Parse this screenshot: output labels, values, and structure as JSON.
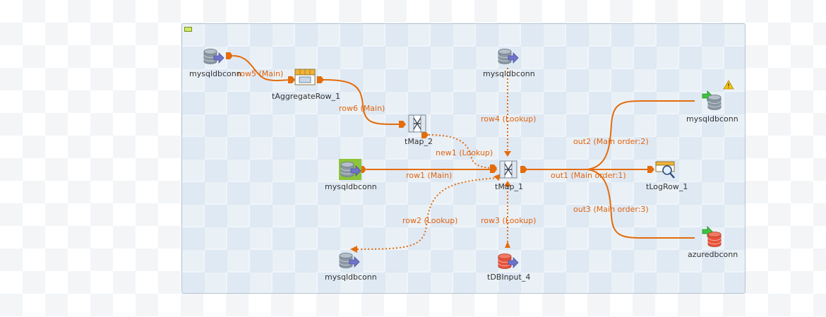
{
  "colors": {
    "connection": "#e46c0a",
    "label_connection": "#e0640f",
    "label_component": "#333333",
    "db_gray": "#8a97a3",
    "db_red": "#e8533a",
    "arrow_purple": "#6f74c9",
    "arrow_green": "#3bc43e",
    "start_green": "#8cc43a",
    "warning": "#f1c40f"
  },
  "components": {
    "mysql_a": {
      "label": "mysqldbconn",
      "icon": "database-gray-icon"
    },
    "aggregate": {
      "label": "tAggregateRow_1",
      "icon": "aggregate-table-icon"
    },
    "tmap2": {
      "label": "tMap_2",
      "icon": "tmap-icon"
    },
    "mysql_top": {
      "label": "mysqldbconn",
      "icon": "database-gray-icon"
    },
    "mysql_start": {
      "label": "mysqldbconn",
      "icon": "database-gray-icon"
    },
    "tmap1": {
      "label": "tMap_1",
      "icon": "tmap-icon"
    },
    "mysql_bottom": {
      "label": "mysqldbconn",
      "icon": "database-gray-icon"
    },
    "dbinput4": {
      "label": "tDBInput_4",
      "icon": "database-red-icon"
    },
    "mysql_out": {
      "label": "mysqldbconn",
      "icon": "database-gray-output-icon",
      "warning": true
    },
    "logrow": {
      "label": "tLogRow_1",
      "icon": "log-magnifier-icon"
    },
    "azure": {
      "label": "azuredbconn",
      "icon": "database-red-output-icon"
    }
  },
  "connections": {
    "row5": "row5 (Main)",
    "row6": "row6 (Main)",
    "row4": "row4 (Lookup)",
    "new1": "new1 (Lookup)",
    "row1": "row1 (Main)",
    "row2": "row2 (Lookup)",
    "row3": "row3 (Lookup)",
    "out1": "out1 (Main order:1)",
    "out2": "out2 (Main order:2)",
    "out3": "out3 (Main order:3)"
  }
}
